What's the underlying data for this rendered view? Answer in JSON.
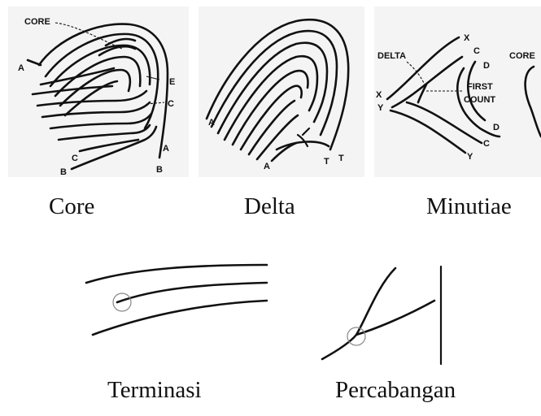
{
  "captions": {
    "core": "Core",
    "delta": "Delta",
    "minutiae": "Minutiae",
    "termination": "Terminasi",
    "bifurcation": "Percabangan"
  },
  "core_labels": {
    "core": "CORE",
    "a_left": "A",
    "e": "E",
    "c_right": "C",
    "c_left": "C",
    "b_left": "B",
    "a_right": "A",
    "b_right": "B"
  },
  "delta_labels": {
    "a_upper": "A",
    "a_lower": "A",
    "t_left": "T",
    "t_right": "T"
  },
  "minutiae_labels": {
    "delta": "DELTA",
    "x_top": "X",
    "c_top": "C",
    "d_top": "D",
    "core": "CORE",
    "first_count_1": "FIRST",
    "first_count_2": "COUNT",
    "x_left": "X",
    "y_left": "Y",
    "d_bottom": "D",
    "c_bottom": "C",
    "y_bottom": "Y"
  }
}
